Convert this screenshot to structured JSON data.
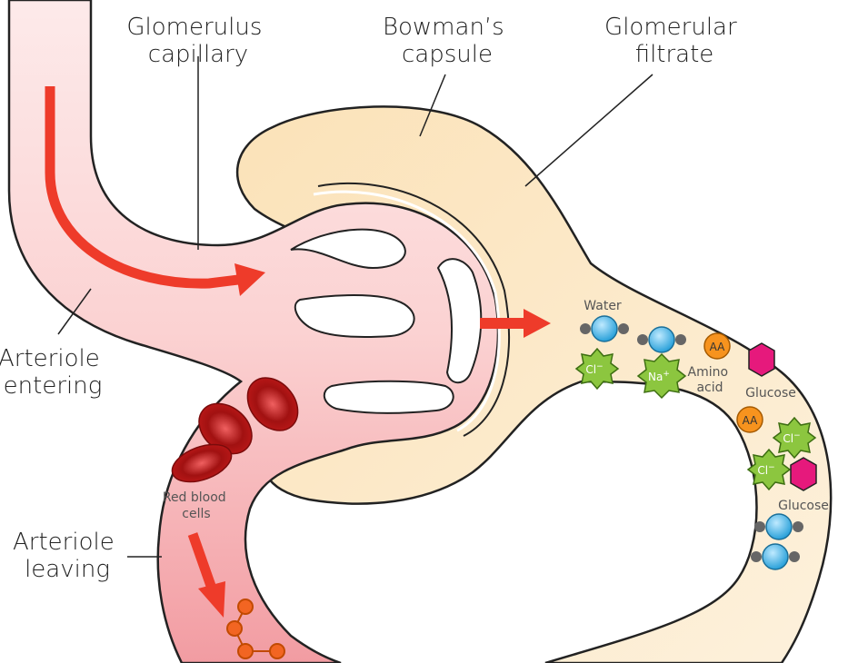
{
  "labels": {
    "glomerulus_capillary": [
      "Glomerulus",
      "capillary"
    ],
    "bowmans_capsule": [
      "Bowman’s",
      "capsule"
    ],
    "glomerular_filtrate": [
      "Glomerular",
      "filtrate"
    ],
    "arteriole_entering": [
      "Arteriole",
      "entering"
    ],
    "arteriole_leaving": [
      "Arteriole",
      "leaving"
    ],
    "red_blood_cells": [
      "Red blood",
      "cells"
    ]
  },
  "filtrate": {
    "water": "Water",
    "amino_acid": [
      "Amino",
      "acid"
    ],
    "glucose": "Glucose",
    "aa": "AA",
    "chloride": "Cl",
    "sodium": "Na",
    "minus": "−",
    "plus": "+"
  },
  "colors": {
    "blood_light": "#fbdede",
    "blood_dark": "#f19aa0",
    "capsule_fill": "#fbe8c6",
    "arrow": "#ee3b2a",
    "water_molecule": "#29abe2",
    "chloride_ion": "#8cc63f",
    "amino_acid": "#f7931e",
    "glucose": "#e6197c"
  }
}
